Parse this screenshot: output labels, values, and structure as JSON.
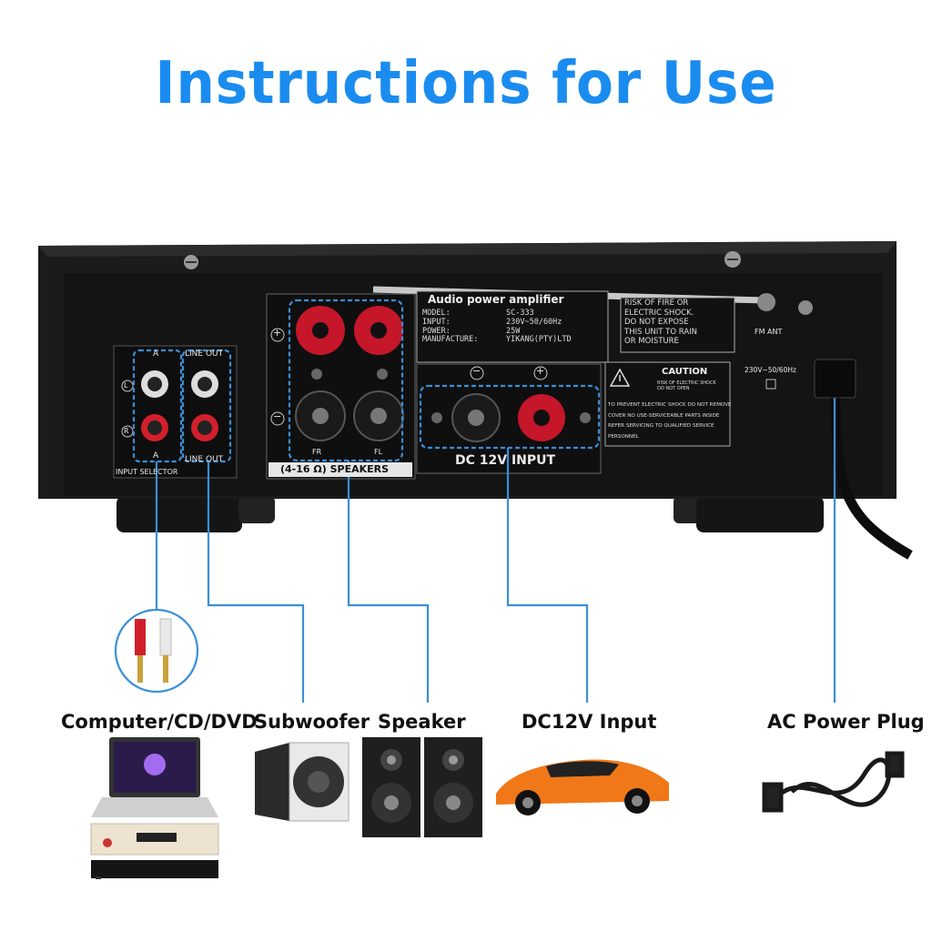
{
  "title": "Instructions for Use",
  "labels": {
    "source": "Computer/CD/DVD",
    "subwoofer": "Subwoofer",
    "speaker": "Speaker",
    "dc_input": "DC12V Input",
    "ac_plug": "AC Power Plug"
  },
  "panel": {
    "input_a": "A",
    "input_a_bottom": "A",
    "lineout_top": "LINE OUT",
    "lineout_bottom": "LINE OUT",
    "input_selector": "INPUT SELECTOR",
    "left": "L",
    "right": "R",
    "speakers": "(4-16 Ω) SPEAKERS",
    "fr": "FR",
    "fl": "FL",
    "plus": "+",
    "minus": "−",
    "dc_input": "DC 12V INPUT",
    "spec_header": "Audio power amplifier",
    "spec_rows": [
      {
        "k": "MODEL:",
        "v": "SC-333"
      },
      {
        "k": "INPUT:",
        "v": "230V~50/60Hz"
      },
      {
        "k": "POWER:",
        "v": "25W"
      },
      {
        "k": "MANUFACTURE:",
        "v": "YIKANG(PTY)LTD"
      }
    ],
    "warning_lines": [
      "RISK OF FIRE OR",
      "ELECTRIC SHOCK.",
      "DO NOT EXPOSE",
      "THIS UNIT TO RAIN",
      "OR MOISTURE"
    ],
    "caution_title": "CAUTION",
    "caution_sub": "RISK OF ELECTRIC SHOCK DO NOT OPEN",
    "caution_lines": [
      "TO PREVENT ELECTRIC SHOCK DO NOT REMOVE",
      "COVER NO USE-SERVICEABLE PARTS INSIDE",
      "REFER SERVICING TO QUALIFIED SERVICE",
      "PERSONNEL"
    ],
    "fm_ant": "FM ANT",
    "voltage": "230V~50/60Hz"
  },
  "colors": {
    "accent": "#1a8cf0",
    "callout": "#3a8fd6",
    "panel": "#1e1e1e"
  }
}
